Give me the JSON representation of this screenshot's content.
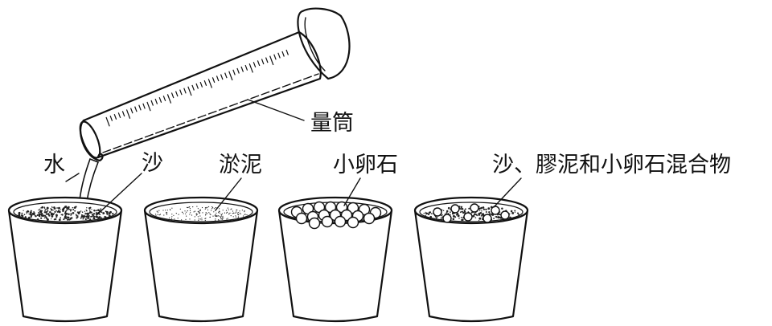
{
  "labels": {
    "cylinder": "量筒",
    "water": "水",
    "sand": "沙",
    "silt": "淤泥",
    "pebbles": "小卵石",
    "mixture": "沙、膠泥和小卵石混合物"
  }
}
